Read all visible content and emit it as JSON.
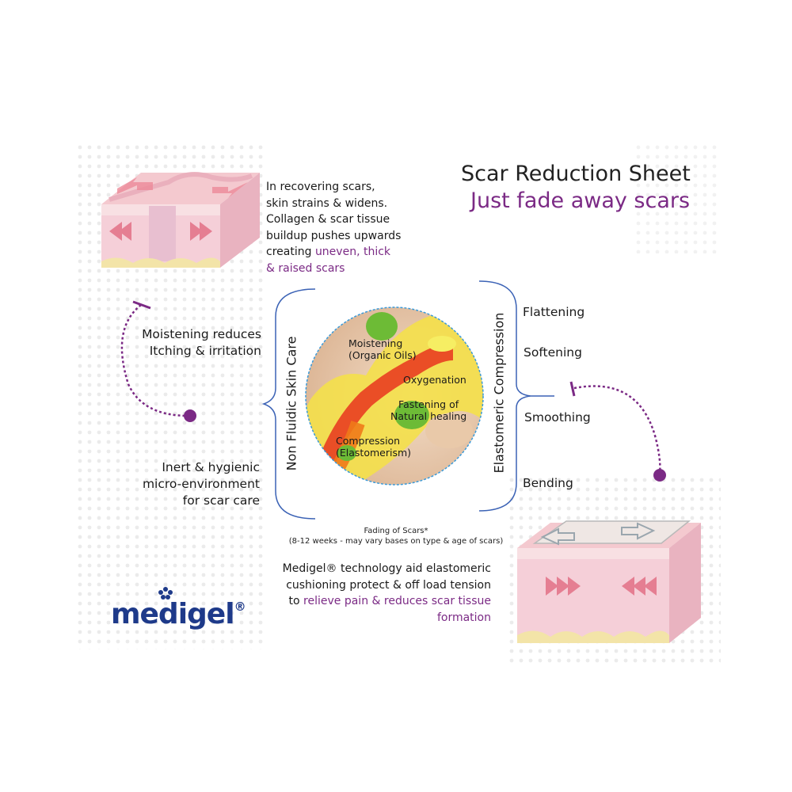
{
  "title": "Scar Reduction Sheet",
  "subtitle": "Just fade away scars",
  "top_description": {
    "plain": "In recovering scars, skin strains & widens. Collagen & scar tissue buildup pushes upwards creating",
    "line1": "In recovering scars,",
    "line2": "skin strains & widens.",
    "line3": "Collagen & scar tissue",
    "line4": "buildup  pushes upwards",
    "line5a": "creating ",
    "line5b": "uneven, thick",
    "line6": "& raised scars"
  },
  "left_labels": {
    "moistening_line1": "Moistening reduces",
    "moistening_line2": "Itching & irritation",
    "inert_line1": "Inert & hygienic",
    "inert_line2": "micro-environment",
    "inert_line3": "for scar care"
  },
  "bracket_labels": {
    "left": "Non Fluidic  Skin Care",
    "right": "Elastomeric Compression"
  },
  "right_labels": [
    "Flattening",
    "Softening",
    "Smoothing",
    "Bending"
  ],
  "circle_labels": {
    "moistening_line1": "Moistening",
    "moistening_line2": "(Organic Oils)",
    "oxygenation": "Oxygenation",
    "fastening_line1": "Fastening  of",
    "fastening_line2": "Natural healing",
    "compression_line1": "Compression",
    "compression_line2": "(Elastomerism)"
  },
  "fading": {
    "line1": "Fading of Scars*",
    "line2": "(8-12 weeks - may vary bases on type & age of scars)"
  },
  "bottom_description": {
    "line1": "Medigel® technology aid elastomeric",
    "line2": "cushioning protect & off load tension",
    "line3a": "to ",
    "line3b": "relieve  pain & reduces scar tissue",
    "line4": "formation"
  },
  "logo": {
    "text": "medigel",
    "reg": "®"
  },
  "colors": {
    "purple": "#7b2a85",
    "bracket_blue": "#3b62b5",
    "logo_blue": "#1e3a8a",
    "skin_pink": "#f2c2cf"
  }
}
